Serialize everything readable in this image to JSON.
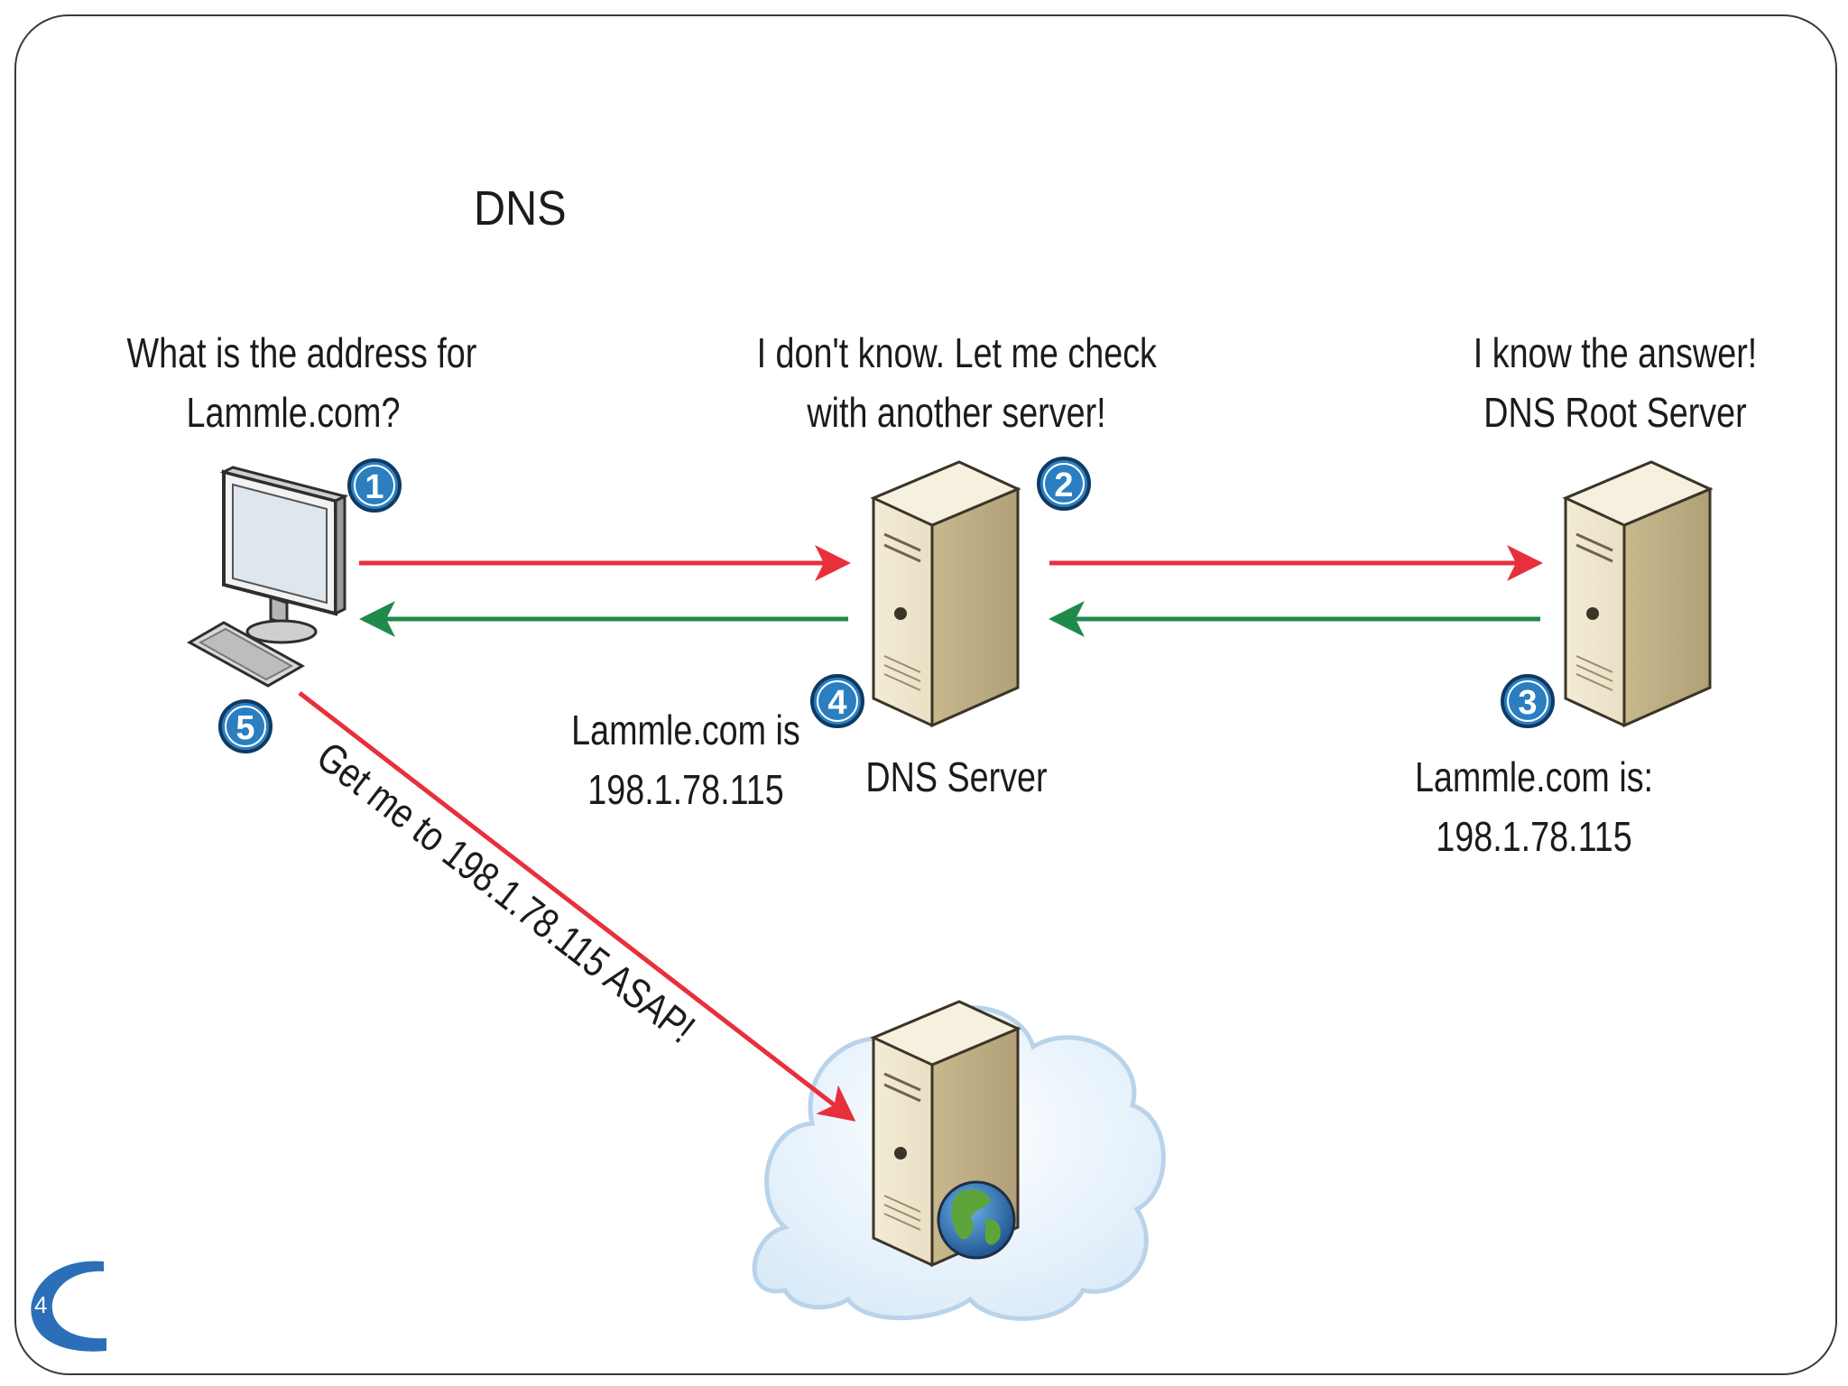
{
  "slide": {
    "title": "DNS",
    "page_number": "4"
  },
  "labels": {
    "client_question": [
      "What is the address for",
      "Lammle.com?"
    ],
    "dns_server_reply": [
      "I don't know. Let me check",
      "with another server!"
    ],
    "root_server_reply": [
      "I know the answer!",
      "DNS Root Server"
    ],
    "dns_server_name": "DNS Server",
    "answer_to_client": [
      "Lammle.com is",
      "198.1.78.115"
    ],
    "root_answer": [
      "Lammle.com is:",
      "198.1.78.115"
    ],
    "final_request": "Get me to 198.1.78.115 ASAP!"
  },
  "steps": [
    "1",
    "2",
    "3",
    "4",
    "5"
  ],
  "icons": {
    "client": "computer-icon",
    "dns_server": "server-icon",
    "root_server": "server-icon",
    "web_server": "web-server-icon",
    "cloud": "cloud-icon",
    "globe": "globe-icon"
  },
  "colors": {
    "request_arrow": "#e8303c",
    "response_arrow": "#1f8a4c",
    "badge_fill": "#2b7fc1",
    "cloud_fill": "#e3f0fb",
    "server_body": "#e9dfc4"
  }
}
